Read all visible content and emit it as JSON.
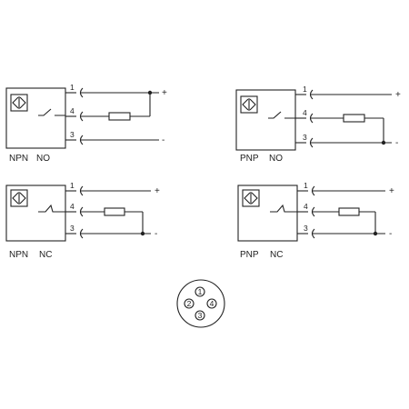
{
  "diagrams": [
    {
      "id": "npn-no",
      "type_label": "NPN",
      "contact_label": "NO",
      "pins": [
        "1",
        "4",
        "3"
      ],
      "signs": [
        "+",
        "-"
      ]
    },
    {
      "id": "pnp-no",
      "type_label": "PNP",
      "contact_label": "NO",
      "pins": [
        "1",
        "4",
        "3"
      ],
      "signs": [
        "+",
        "-"
      ]
    },
    {
      "id": "npn-nc",
      "type_label": "NPN",
      "contact_label": "NC",
      "pins": [
        "1",
        "4",
        "3"
      ],
      "signs": [
        "+",
        "-"
      ]
    },
    {
      "id": "pnp-nc",
      "type_label": "PNP",
      "contact_label": "NC",
      "pins": [
        "1",
        "4",
        "3"
      ],
      "signs": [
        "+",
        "-"
      ]
    }
  ],
  "connector": {
    "pins": [
      "1",
      "2",
      "3",
      "4"
    ]
  }
}
